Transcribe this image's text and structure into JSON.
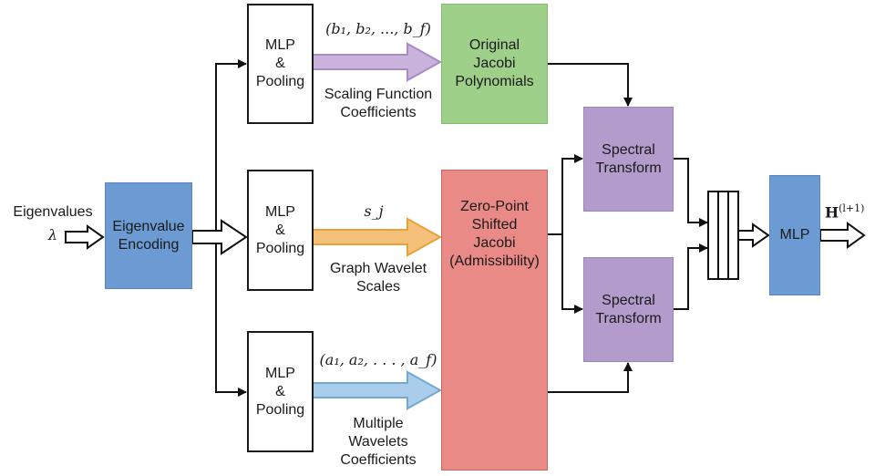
{
  "input": {
    "label": "Eigenvalues",
    "symbol": "λ"
  },
  "encoder": {
    "label": "Eigenvalue\nEncoding"
  },
  "mlp_pooling": [
    {
      "label": "MLP\n&\nPooling"
    },
    {
      "label": "MLP\n&\nPooling"
    },
    {
      "label": "MLP\n&\nPooling"
    }
  ],
  "arrows": [
    {
      "math": "(b₁, b₂, ..., b_f)",
      "caption": "Scaling Function\nCoefficients",
      "color": "#c9b3dd"
    },
    {
      "math": "s_j",
      "caption": "Graph Wavelet\nScales",
      "color": "#f5c07a"
    },
    {
      "math": "(a₁, a₂, . . . , a_f)",
      "caption": "Multiple\nWavelets\nCoefficients",
      "color": "#a9cdeb"
    }
  ],
  "jacobi_original": {
    "label": "Original\nJacobi\nPolynomials"
  },
  "jacobi_shifted": {
    "label": "Zero-Point\nShifted\nJacobi\n(Admissibility)"
  },
  "spectral": [
    {
      "label": "Spectral\nTransform"
    },
    {
      "label": "Spectral\nTransform"
    }
  ],
  "output_mlp": {
    "label": "MLP"
  },
  "output": {
    "symbol": "H",
    "superscript": "(l+1)"
  },
  "colors": {
    "blue": "#6b9bd2",
    "green": "#9fd08a",
    "red": "#ea8a86",
    "purple": "#b39ccc"
  }
}
